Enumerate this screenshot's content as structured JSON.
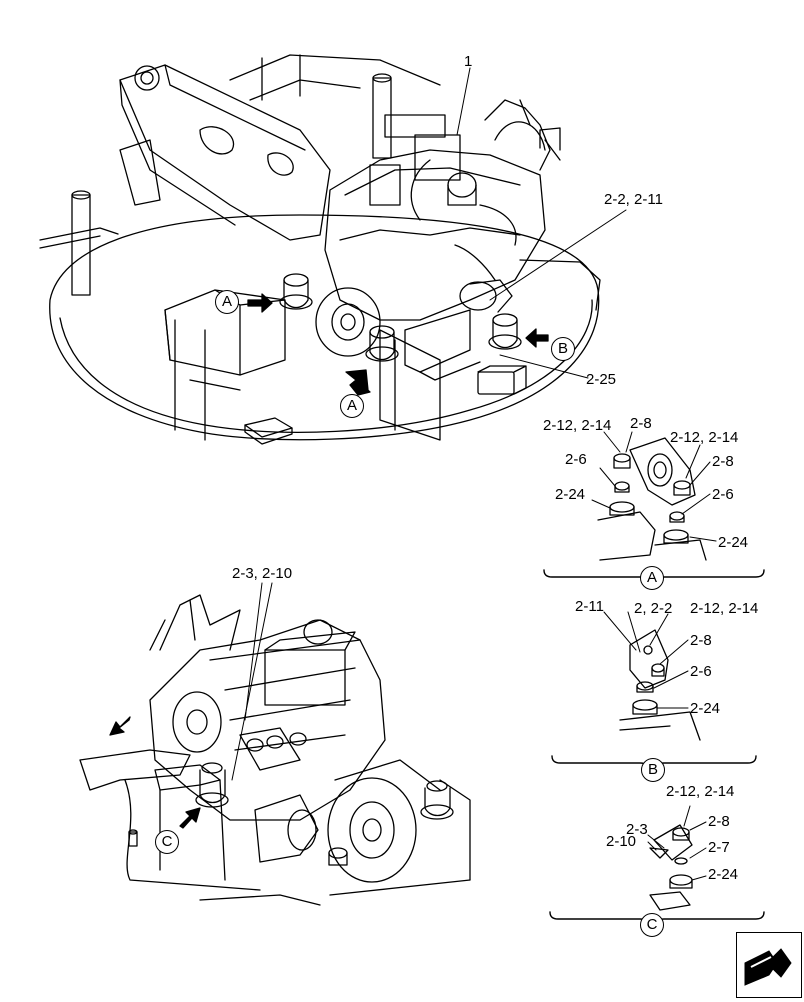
{
  "callouts": {
    "main_1": "1",
    "main_2_2_2_11": "2-2, 2-11",
    "main_2_25": "2-25",
    "engine2_2_3_2_10": "2-3, 2-10",
    "detA_2_12_2_14_left": "2-12, 2-14",
    "detA_2_8_left": "2-8",
    "detA_2_12_2_14_right": "2-12, 2-14",
    "detA_2_6_left": "2-6",
    "detA_2_8_right": "2-8",
    "detA_2_24_left": "2-24",
    "detA_2_6_right": "2-6",
    "detA_2_24_right": "2-24",
    "detB_2_11": "2-11",
    "detB_2_2": "2, 2-2",
    "detB_2_12_2_14": "2-12, 2-14",
    "detB_2_8": "2-8",
    "detB_2_6": "2-6",
    "detB_2_24": "2-24",
    "detC_2_12_2_14": "2-12, 2-14",
    "detC_2_3": "2-3",
    "detC_2_8": "2-8",
    "detC_2_10": "2-10",
    "detC_2_7": "2-7",
    "detC_2_24": "2-24"
  },
  "view_markers": {
    "A": "A",
    "B": "B",
    "C": "C"
  },
  "icons": {
    "nav": "navigation-arrow-icon"
  }
}
